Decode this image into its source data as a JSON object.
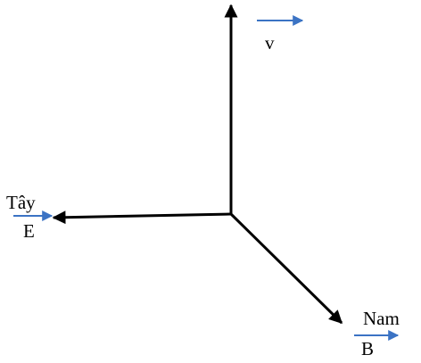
{
  "labels": {
    "v": "v",
    "west": "Tây",
    "e": "E",
    "south": "Nam",
    "b": "B"
  },
  "colors": {
    "axis": "#000000",
    "vector_marker": "#3b73c4",
    "background": "#ffffff"
  }
}
